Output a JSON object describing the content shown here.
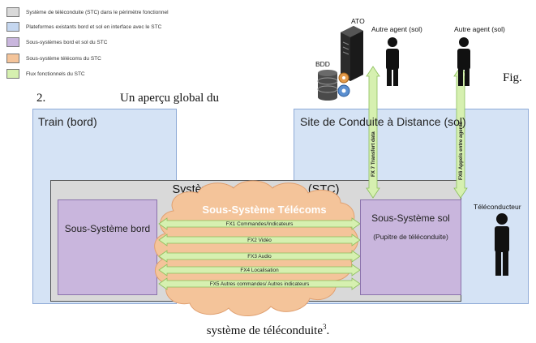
{
  "legend": [
    {
      "label": "Système de téléconduite (STC)  dans le périmètre fonctionnel",
      "color": "#d9d9d9"
    },
    {
      "label": "Plateformes existants bord et sol en interface avec le STC",
      "color": "#c5d7f0"
    },
    {
      "label": "Sous-systèmes bord et sol du STC",
      "color": "#c9b6dd"
    },
    {
      "label": "Sous-système télécoms du STC",
      "color": "#f4c49a"
    },
    {
      "label": "Flux fonctionnels du STC",
      "color": "#d6f0b0"
    }
  ],
  "text_fragments": {
    "number": "2.",
    "overview": "Un aperçu global du",
    "fig": "Fig.",
    "caption": "système de téléconduite",
    "footnote_ref": "3",
    "caption_end": "."
  },
  "zones": {
    "train": "Train (bord)",
    "site": "Site de Conduite à Distance (sol)"
  },
  "stc": {
    "title": "Système de Téléconduite (STC)",
    "bord": "Sous-Système bord",
    "sol": "Sous-Système sol",
    "sol_sub": "(Pupitre de téléconduite)",
    "telecoms": "Sous-Système Télécoms"
  },
  "flows": [
    "FX1 Commandes/Indicateurs",
    "FX2 Vidéo",
    "FX3 Audio",
    "FX4 Localisation",
    "FX5 Autres commandes/ Autres indicateurs"
  ],
  "vertical_flows": {
    "fx7": "FX 7 Transfert data",
    "fx6": "FX6 Appels entre agents"
  },
  "actors": {
    "ato": "ATO",
    "bdd": "BDD",
    "agent1": "Autre agent (sol)",
    "agent2": "Autre agent (sol)",
    "teleconducteur": "Téléconducteur"
  },
  "colors": {
    "zone_blue": "#d5e3f5",
    "stc_grey": "#d9d9d9",
    "subsystem_purple": "#c9b6dd",
    "telecom_orange": "#f4c49a",
    "flow_green": "#d6f0b0"
  }
}
